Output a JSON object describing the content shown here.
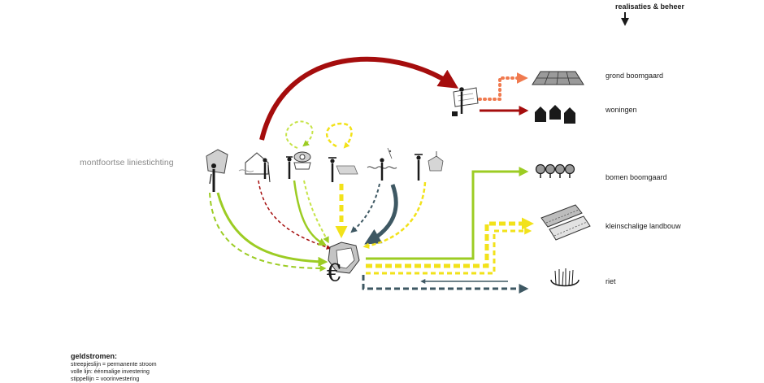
{
  "header": {
    "title": "realisaties & beheer"
  },
  "source": {
    "label": "montfoortse liniestichting"
  },
  "outputs": [
    {
      "label": "grond boomgaard"
    },
    {
      "label": "woningen"
    },
    {
      "label": "bomen boomgaard"
    },
    {
      "label": "kleinschalige landbouw"
    },
    {
      "label": "riet"
    }
  ],
  "legend": {
    "title": "geldstromen:",
    "items": [
      "streepjeslijn = permanente stroom",
      "volle lijn: éénmalige investering",
      "stippellijn = voorinvestering"
    ]
  },
  "hub": {
    "symbol": "€"
  },
  "colors": {
    "red": "#a50d0d",
    "lime": "#9ccc23",
    "yellow": "#f2e21a",
    "slate": "#3e5863",
    "orange": "#f07a4f",
    "black": "#1a1a1a"
  }
}
